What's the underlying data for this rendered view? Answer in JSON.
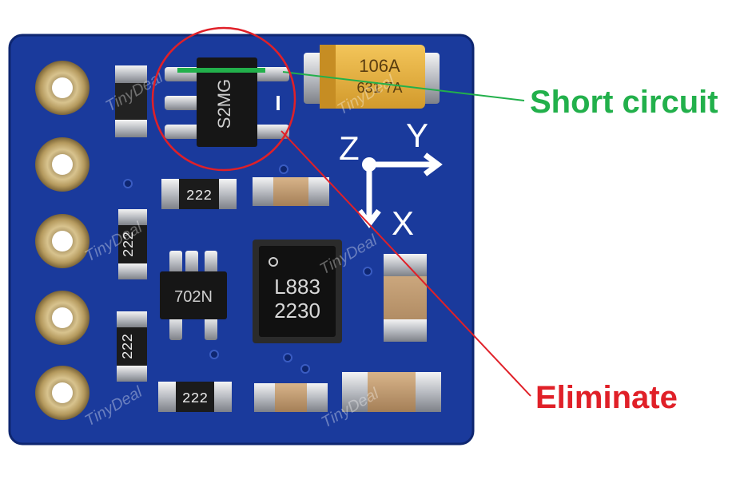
{
  "callouts": {
    "short_circuit": {
      "label": "Short circuit",
      "color": "#22b04b"
    },
    "eliminate": {
      "label": "Eliminate",
      "color": "#e02028"
    }
  },
  "board": {
    "pcb_color": "#1a3a9c",
    "ic_top_marking": "S2MG",
    "tantalum_marking_1": "106A",
    "tantalum_marking_2": "631 7A",
    "resistor_marking": "222",
    "transistor_marking": "702N",
    "sensor_marking_1": "L883",
    "sensor_marking_2": "2230",
    "axis_labels": {
      "z": "Z",
      "y": "Y",
      "x": "X"
    },
    "watermark": "TinyDeal",
    "solder_mark": "I"
  }
}
